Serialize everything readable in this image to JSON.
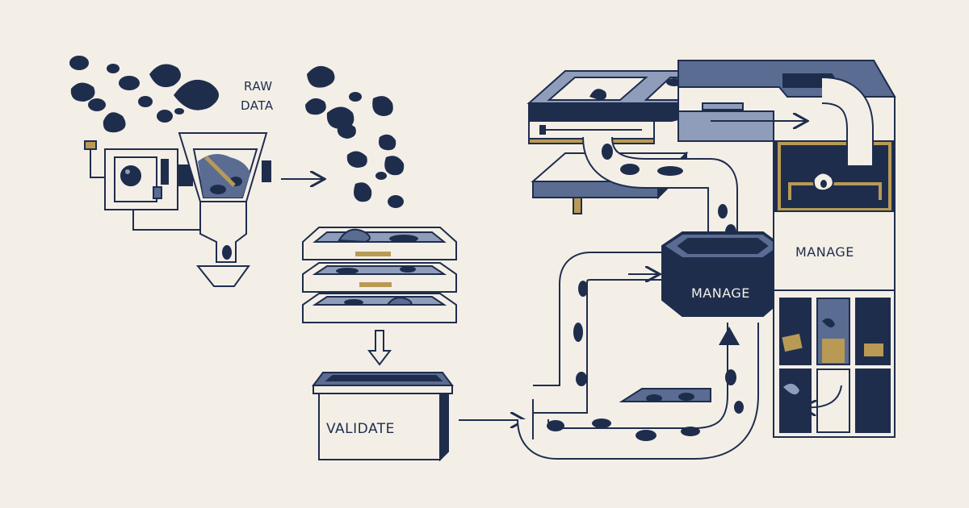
{
  "labels": {
    "raw_data_line1": "RAW",
    "raw_data_line2": "DATA",
    "validate": "VALIDATE",
    "manage_center": "MANAGE",
    "manage_right": "MANAGE"
  },
  "colors": {
    "navy": "#1f2d4d",
    "slate": "#5a6c92",
    "light_slate": "#8f9dba",
    "gold": "#b89a55",
    "background": "#f3efe7",
    "outline": "#1f2d4d"
  },
  "icons": [
    "right-arrow-icon",
    "down-arrow-icon",
    "up-arrow-icon",
    "curved-arrow-icon"
  ]
}
